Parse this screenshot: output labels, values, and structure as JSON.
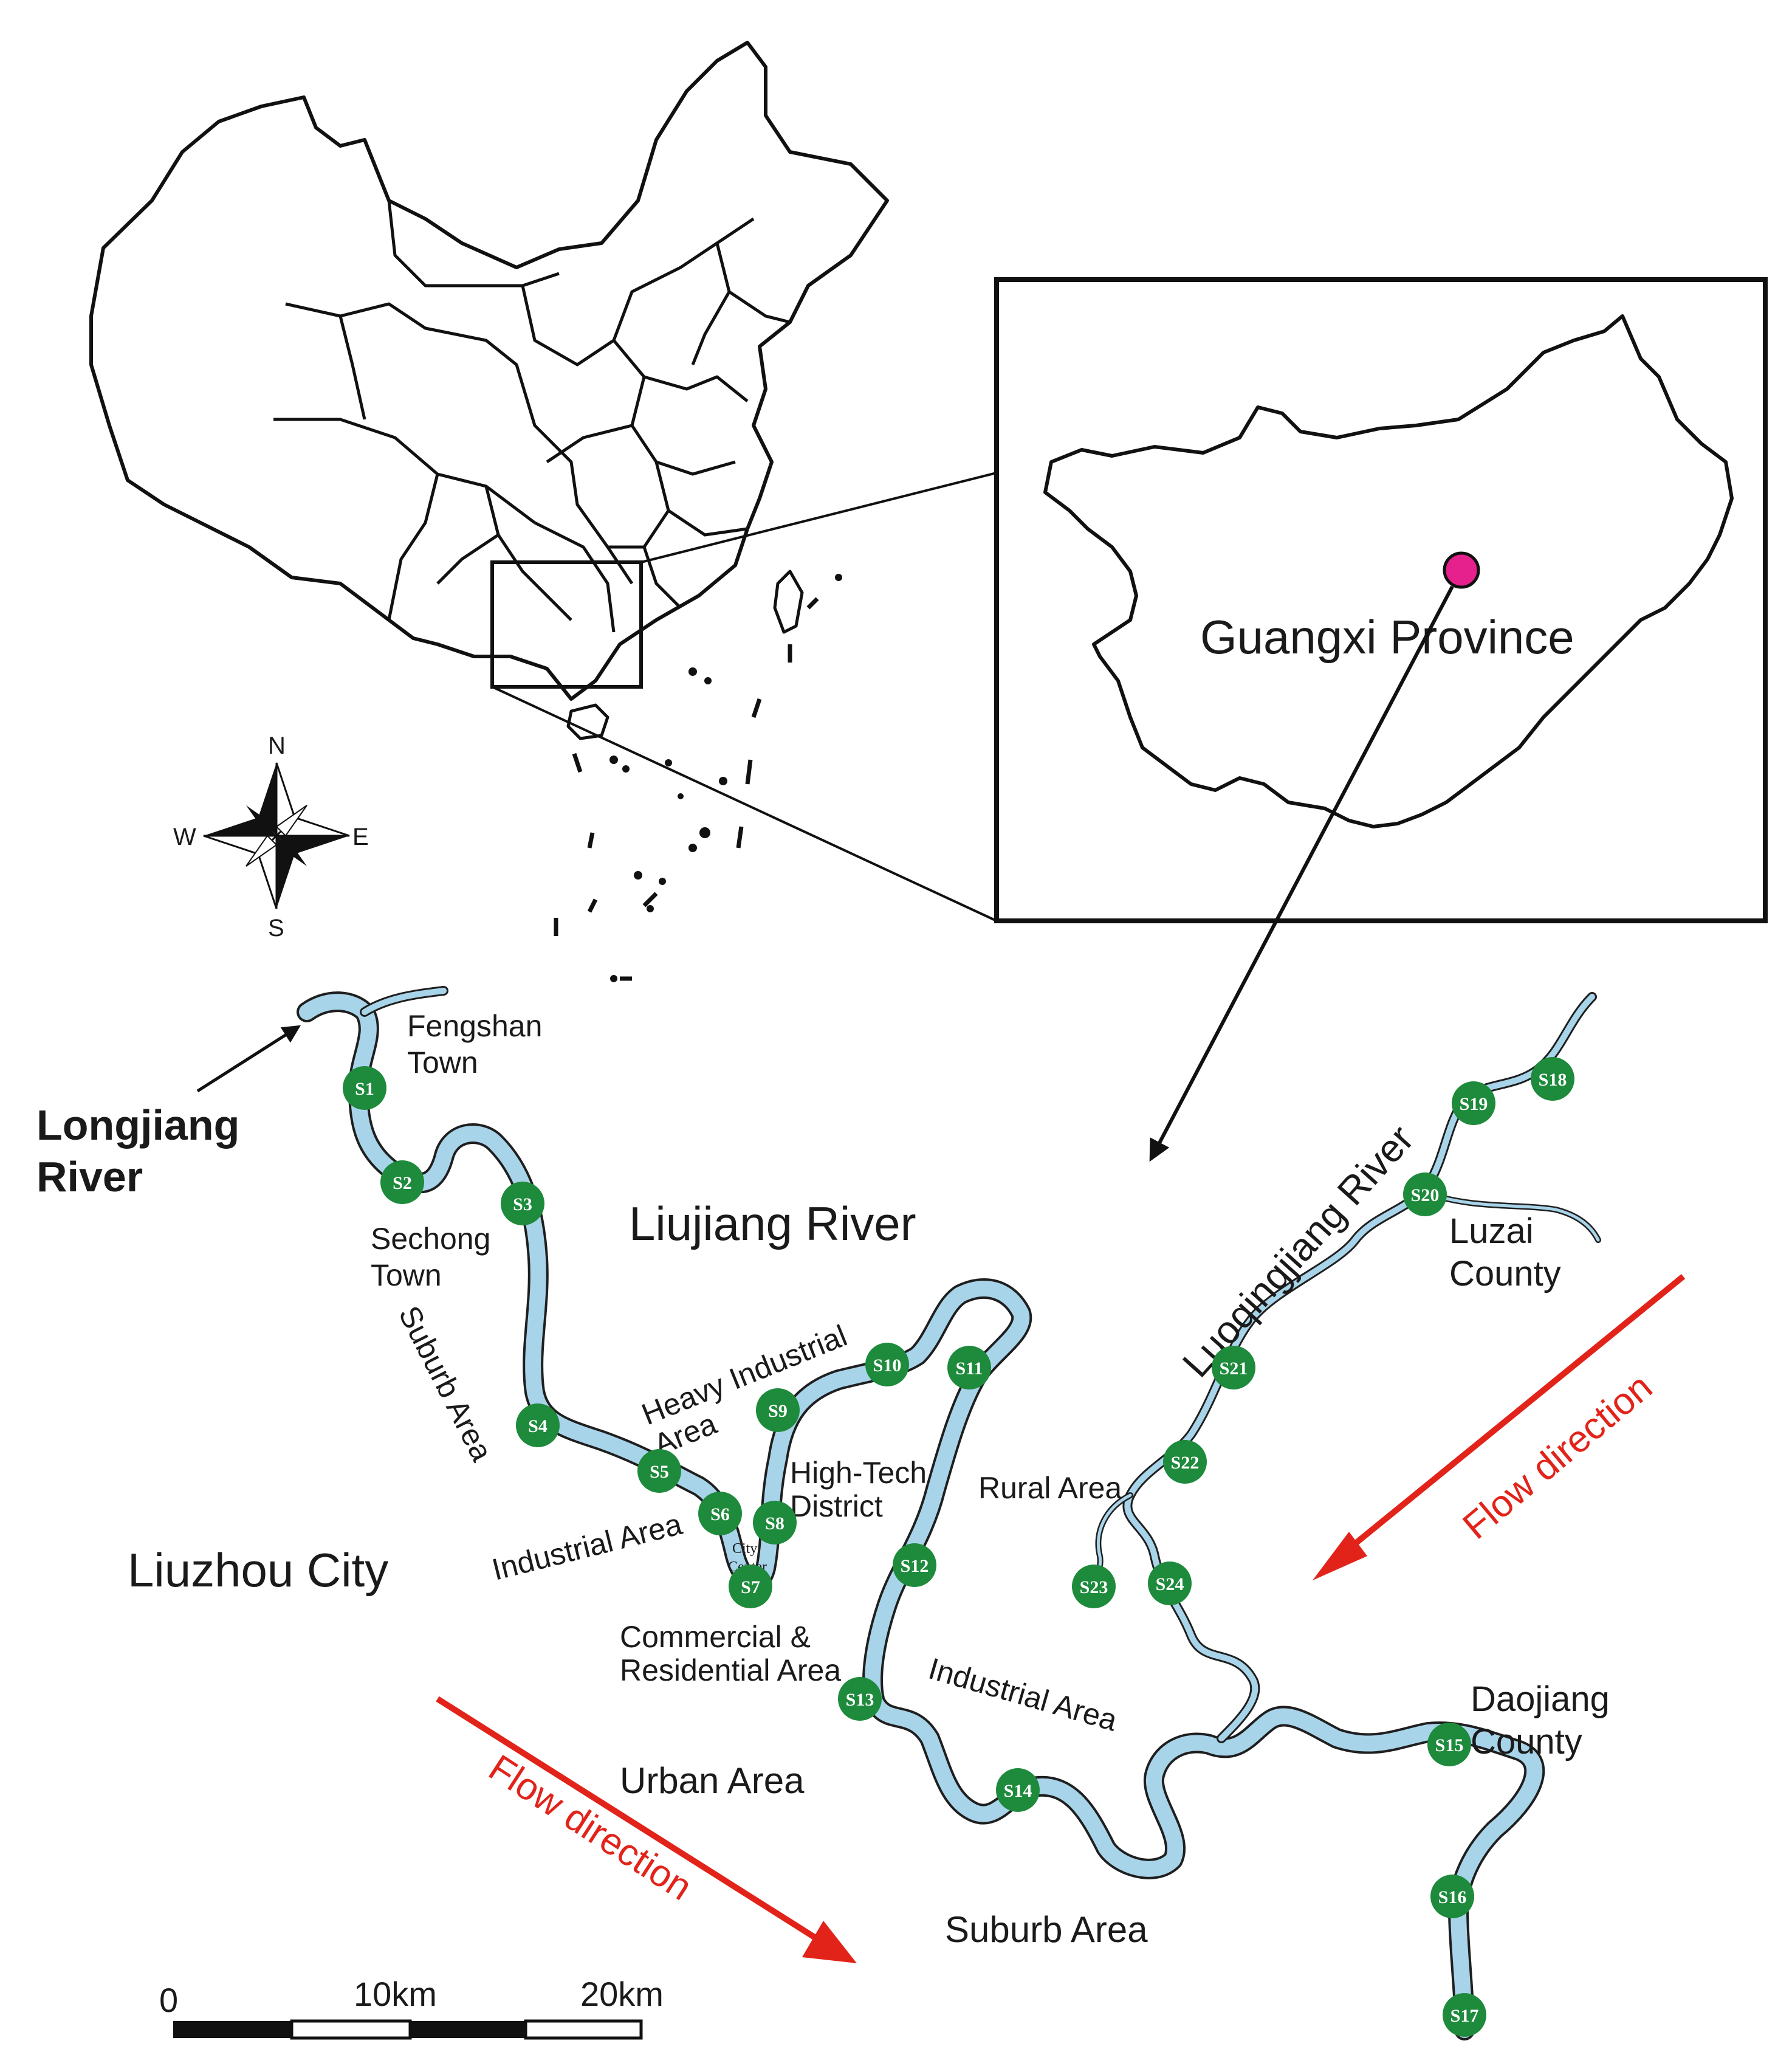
{
  "inset": {
    "province_label": "Guangxi Province"
  },
  "compass": {
    "n": "N",
    "s": "S",
    "e": "E",
    "w": "W"
  },
  "rivers": {
    "longjiang": [
      "Longjiang",
      "River"
    ],
    "liujiang": "Liujiang River",
    "luoqingjiang": "Luoqingjiang River"
  },
  "places": {
    "fengshan": [
      "Fengshan",
      "Town"
    ],
    "sechong": [
      "Sechong",
      "Town"
    ],
    "suburb_area_1": "Suburb Area",
    "heavy_industrial": [
      "Heavy Industrial",
      "Area"
    ],
    "high_tech": [
      "High-Tech",
      "District"
    ],
    "industrial_area_1": "Industrial Area",
    "city_center": [
      "City",
      "Center"
    ],
    "liuzhou_city": "Liuzhou City",
    "commercial": [
      "Commercial &",
      "Residential Area"
    ],
    "rural_area": "Rural Area",
    "industrial_area_2": "Industrial Area",
    "urban_area": "Urban Area",
    "suburb_area_2": "Suburb Area",
    "luzai": [
      "Luzai",
      "County"
    ],
    "daojiang": [
      "Daojiang",
      "County"
    ]
  },
  "flow_labels": {
    "upper": "Flow direction",
    "lower": "Flow direction"
  },
  "scale_bar": {
    "labels": [
      "0",
      "10km",
      "20km"
    ]
  },
  "colors": {
    "site_marker": "#1e8a3c",
    "river": "#a8d4ea",
    "flow_arrow": "#e2231a",
    "province_marker": "#e6208c"
  },
  "sites": [
    "S1",
    "S2",
    "S3",
    "S4",
    "S5",
    "S6",
    "S7",
    "S8",
    "S9",
    "S10",
    "S11",
    "S12",
    "S13",
    "S14",
    "S15",
    "S16",
    "S17",
    "S18",
    "S19",
    "S20",
    "S21",
    "S22",
    "S23",
    "S24"
  ]
}
